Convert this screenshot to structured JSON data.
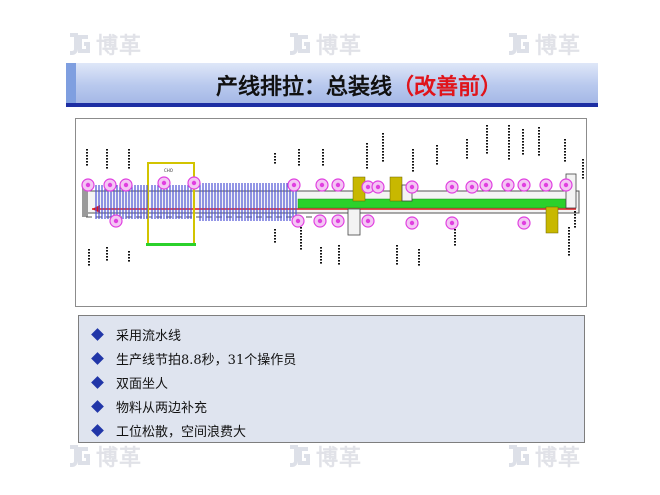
{
  "brand": {
    "watermark_text": "博革",
    "mark_letters": "JG",
    "mark_color": "#c3c7d6"
  },
  "slide": {
    "title_main": "产线排拉：总装线",
    "title_highlight": "（改善前）",
    "title_highlight_color": "#e0141b"
  },
  "bullets": [
    "采用流水线",
    "生产线节拍8.8秒，31个操作员",
    "双面坐人",
    "物料从两边补充",
    "工位松散，空间浪费大"
  ],
  "colors": {
    "title_bar": "#b9c9ee",
    "title_underline": "#1d2ea3",
    "line_conveyor": "#2bd12b",
    "buffer_box": "#c8b800",
    "operator_circle": "#e040e0",
    "rack_stripes": "#4b50d6",
    "bullet_diamond": "#2136a8",
    "bullet_panel": "#dfe4ef"
  },
  "diagram": {
    "small_frame_label": "CHO"
  }
}
